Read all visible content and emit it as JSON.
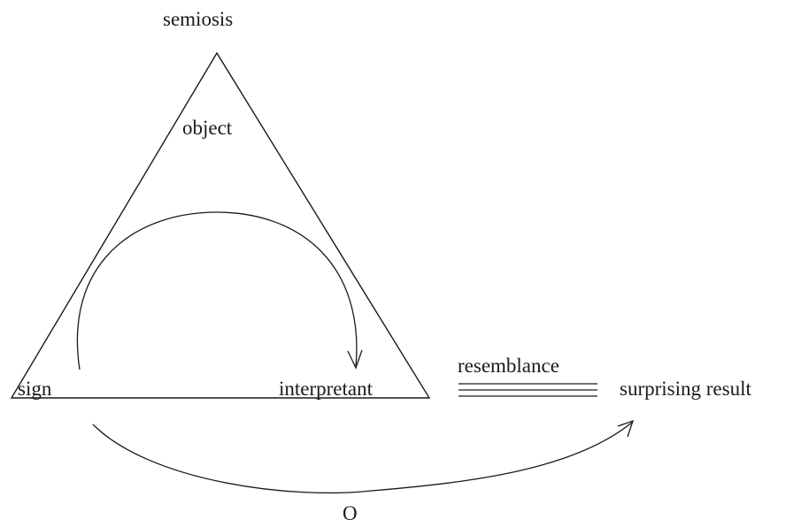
{
  "diagram": {
    "labels": {
      "top": "semiosis",
      "apex": "object",
      "left_vertex": "sign",
      "right_vertex": "interpretant",
      "relation": "resemblance",
      "outcome": "surprising result",
      "bottom": "O"
    },
    "stroke_color": "#1a1a1a",
    "background_color": "#ffffff"
  }
}
